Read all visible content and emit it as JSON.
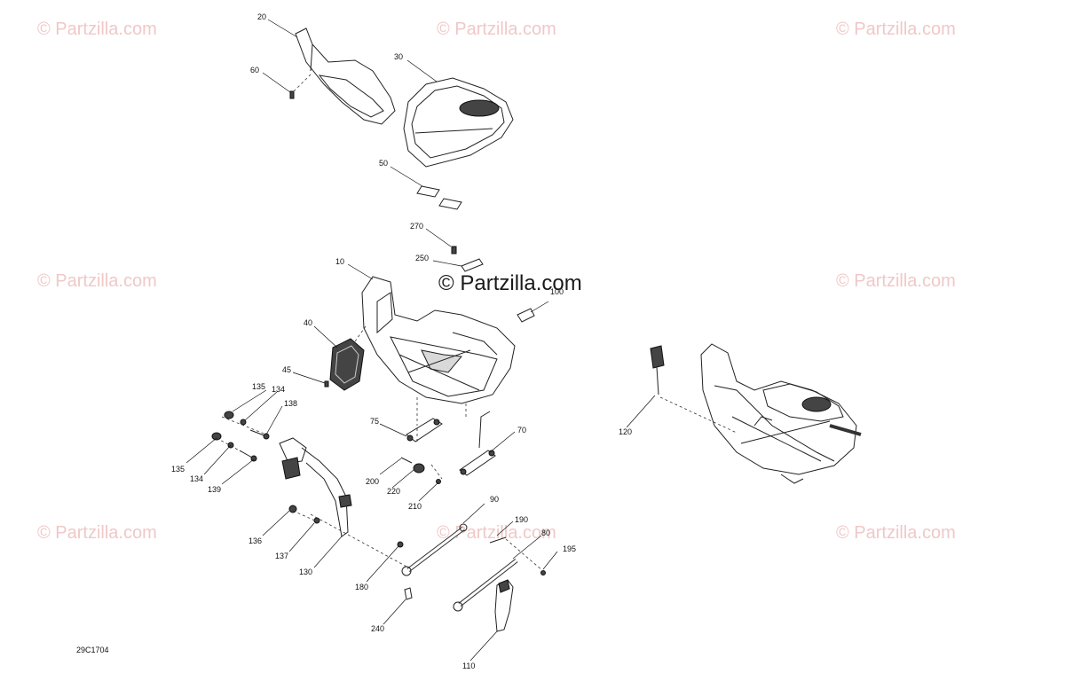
{
  "watermark": {
    "text": "© Partzilla.com",
    "center_text": "© Partzilla.com"
  },
  "diagram_code": "29C1704",
  "callouts": [
    "10",
    "20",
    "30",
    "40",
    "45",
    "50",
    "60",
    "70",
    "75",
    "80",
    "90",
    "100",
    "110",
    "120",
    "130",
    "134",
    "134",
    "135",
    "135",
    "136",
    "137",
    "138",
    "139",
    "180",
    "190",
    "195",
    "200",
    "210",
    "220",
    "240",
    "250",
    "270"
  ],
  "colors": {
    "line": "#222222",
    "watermark": "#f0c8c8"
  }
}
